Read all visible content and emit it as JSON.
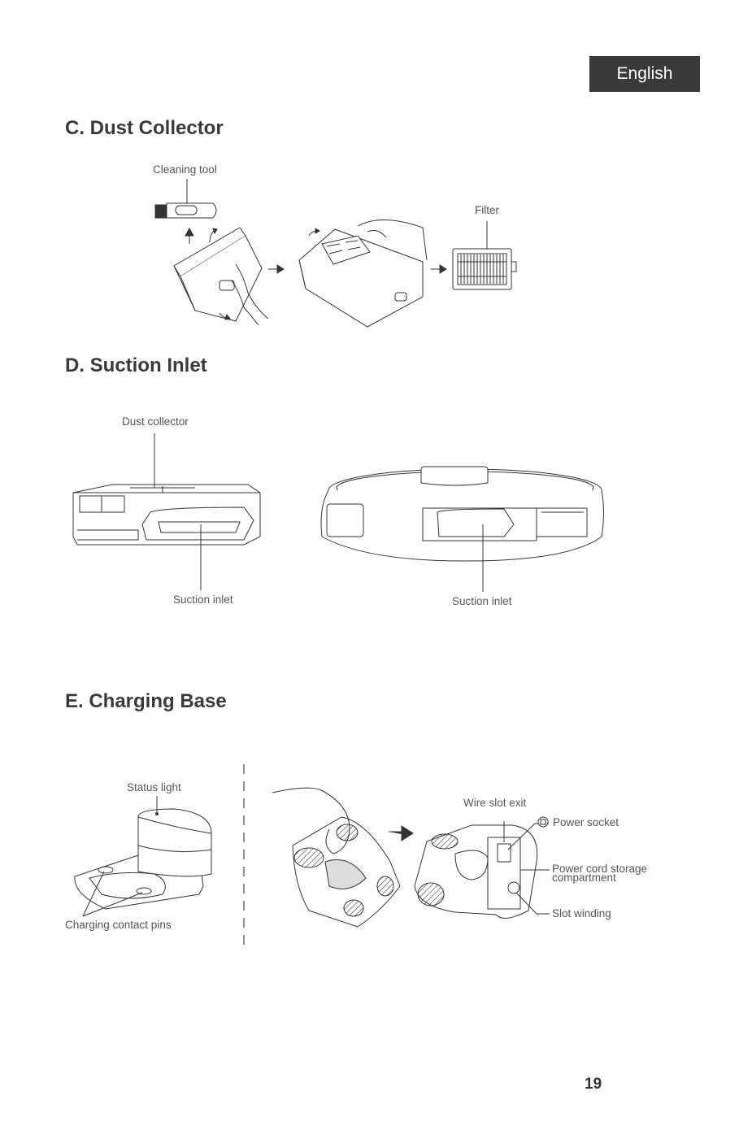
{
  "header": {
    "language": "English"
  },
  "sections": {
    "dust_collector": {
      "title": "C. Dust Collector",
      "labels": {
        "cleaning_tool": "Cleaning tool",
        "filter": "Filter"
      }
    },
    "suction_inlet": {
      "title": "D. Suction Inlet",
      "labels": {
        "dust_collector": "Dust collector",
        "suction_inlet_left": "Suction inlet",
        "suction_inlet_right": "Suction inlet"
      }
    },
    "charging_base": {
      "title": "E. Charging Base",
      "labels": {
        "status_light": "Status light",
        "charging_contact_pins": "Charging contact pins",
        "wire_slot_exit": "Wire slot exit",
        "power_socket": "Power socket",
        "power_cord_storage_line1": "Power cord storage",
        "power_cord_storage_line2": "compartment",
        "slot_winding": "Slot winding"
      }
    }
  },
  "footer": {
    "page_number": "19"
  },
  "colors": {
    "badge_bg": "#3a3a3a",
    "line_art": "#333333",
    "hatch": "#8a8a8a"
  }
}
